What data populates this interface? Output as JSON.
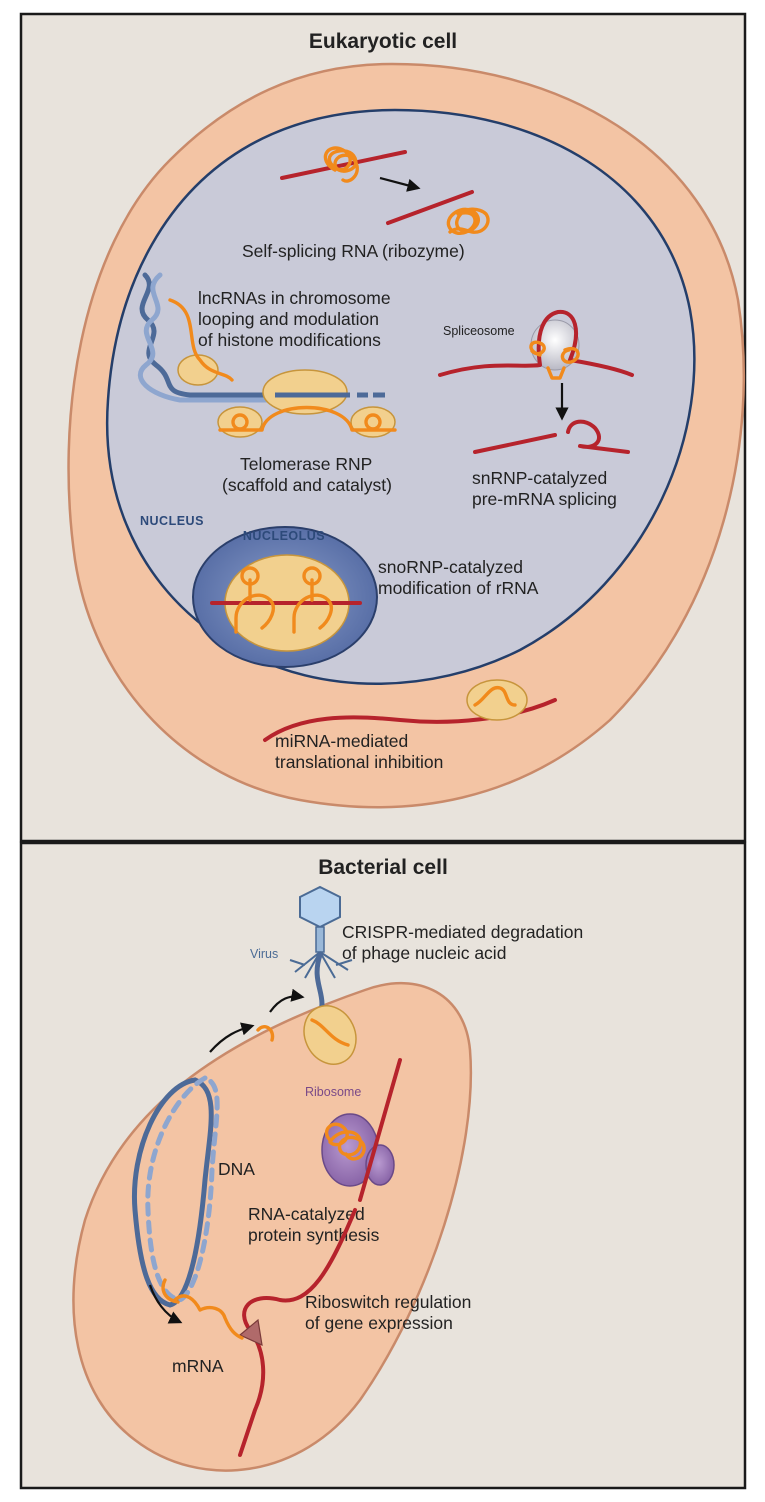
{
  "panels": {
    "eukaryotic": {
      "title": "Eukaryotic cell",
      "labels": {
        "self_splicing": "Self-splicing RNA (ribozyme)",
        "lncrna_1": "lncRNAs in chromosome",
        "lncrna_2": "looping and modulation",
        "lncrna_3": "of histone modifications",
        "spliceosome": "Spliceosome",
        "telomerase_1": "Telomerase RNP",
        "telomerase_2": "(scaffold and catalyst)",
        "snrnp_1": "snRNP-catalyzed",
        "snrnp_2": "pre-mRNA splicing",
        "nucleus": "NUCLEUS",
        "nucleolus": "NUCLEOLUS",
        "snornp_1": "snoRNP-catalyzed",
        "snornp_2": "modification of rRNA",
        "mirna_1": "miRNA-mediated",
        "mirna_2": "translational inhibition"
      }
    },
    "bacterial": {
      "title": "Bacterial cell",
      "labels": {
        "crispr_1": "CRISPR-mediated degradation",
        "crispr_2": "of phage nucleic acid",
        "virus": "Virus",
        "ribosome": "Ribosome",
        "dna": "DNA",
        "rna_cat_1": "RNA-catalyzed",
        "rna_cat_2": "protein synthesis",
        "riboswitch_1": "Riboswitch regulation",
        "riboswitch_2": "of gene expression",
        "mrna": "mRNA"
      }
    }
  },
  "colors": {
    "panel_background": "#e8e3dc",
    "cell": "#f3c4a4",
    "cell_border": "#c98a6a",
    "nucleus": "#c9cad8",
    "nucleus_border": "#243e6a",
    "nucleolus": "#6e83b5",
    "rna_red": "#b6232c",
    "rna_orange": "#f18a1c",
    "protein_yellow": "#f2d08e",
    "dna_dark": "#4d6a98",
    "dna_light": "#8ea6cf",
    "ribosome_purple": "#9c74b2"
  }
}
